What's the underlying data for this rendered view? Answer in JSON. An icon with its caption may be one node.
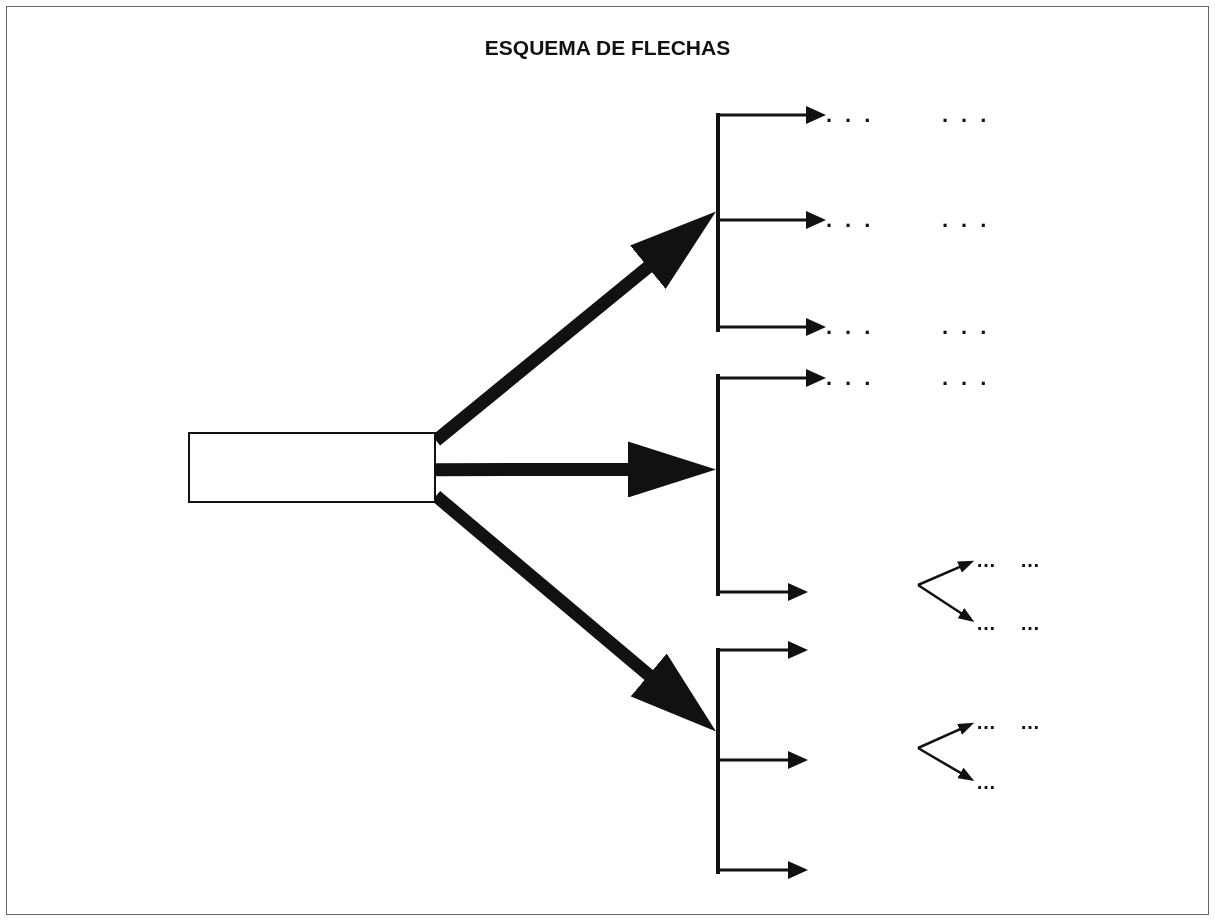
{
  "diagram": {
    "title": "ESQUEMA DE FLECHAS",
    "nodes": [
      {
        "text": [],
        "shape": "box"
      },
      {
        "text": [],
        "shape": "bar"
      },
      {
        "text": [],
        "shape": "bar"
      },
      {
        "text": [],
        "shape": "bar"
      },
      {
        "text": [
          "..."
        ],
        "beside": [
          "..."
        ]
      },
      {
        "text": [
          "..."
        ],
        "beside": [
          "..."
        ]
      },
      {
        "text": [
          "..."
        ],
        "beside": [
          "..."
        ]
      },
      {
        "text": [
          "..."
        ],
        "beside": [
          "..."
        ]
      },
      {
        "text": [
          "…"
        ],
        "beside": [
          "…"
        ]
      },
      {
        "text": [
          "…"
        ],
        "beside": [
          "…"
        ]
      },
      {
        "text": [
          "…"
        ],
        "beside": [
          "…"
        ]
      },
      {
        "text": [
          "…"
        ]
      }
    ],
    "edges": [
      {
        "from": 0,
        "to": 1,
        "arrow": "to",
        "style": "thick"
      },
      {
        "from": 0,
        "to": 2,
        "arrow": "to",
        "style": "thick"
      },
      {
        "from": 0,
        "to": 3,
        "arrow": "to",
        "style": "thick"
      },
      {
        "from": 1,
        "to": 4,
        "arrow": "to"
      },
      {
        "from": 1,
        "to": 5,
        "arrow": "to"
      },
      {
        "from": 1,
        "to": 6,
        "arrow": "to"
      },
      {
        "from": 2,
        "to": 7,
        "arrow": "to"
      },
      {
        "from": 2,
        "to": null,
        "arrow": "to"
      },
      {
        "from": 3,
        "to": null,
        "arrow": "to"
      },
      {
        "from": 3,
        "to": null,
        "arrow": "to"
      },
      {
        "from": 3,
        "to": null,
        "arrow": "to"
      },
      {
        "from": null,
        "to": 8,
        "arrow": "to"
      },
      {
        "from": null,
        "to": 9,
        "arrow": "to"
      },
      {
        "from": null,
        "to": 10,
        "arrow": "to"
      },
      {
        "from": null,
        "to": 11,
        "arrow": "to"
      }
    ]
  }
}
